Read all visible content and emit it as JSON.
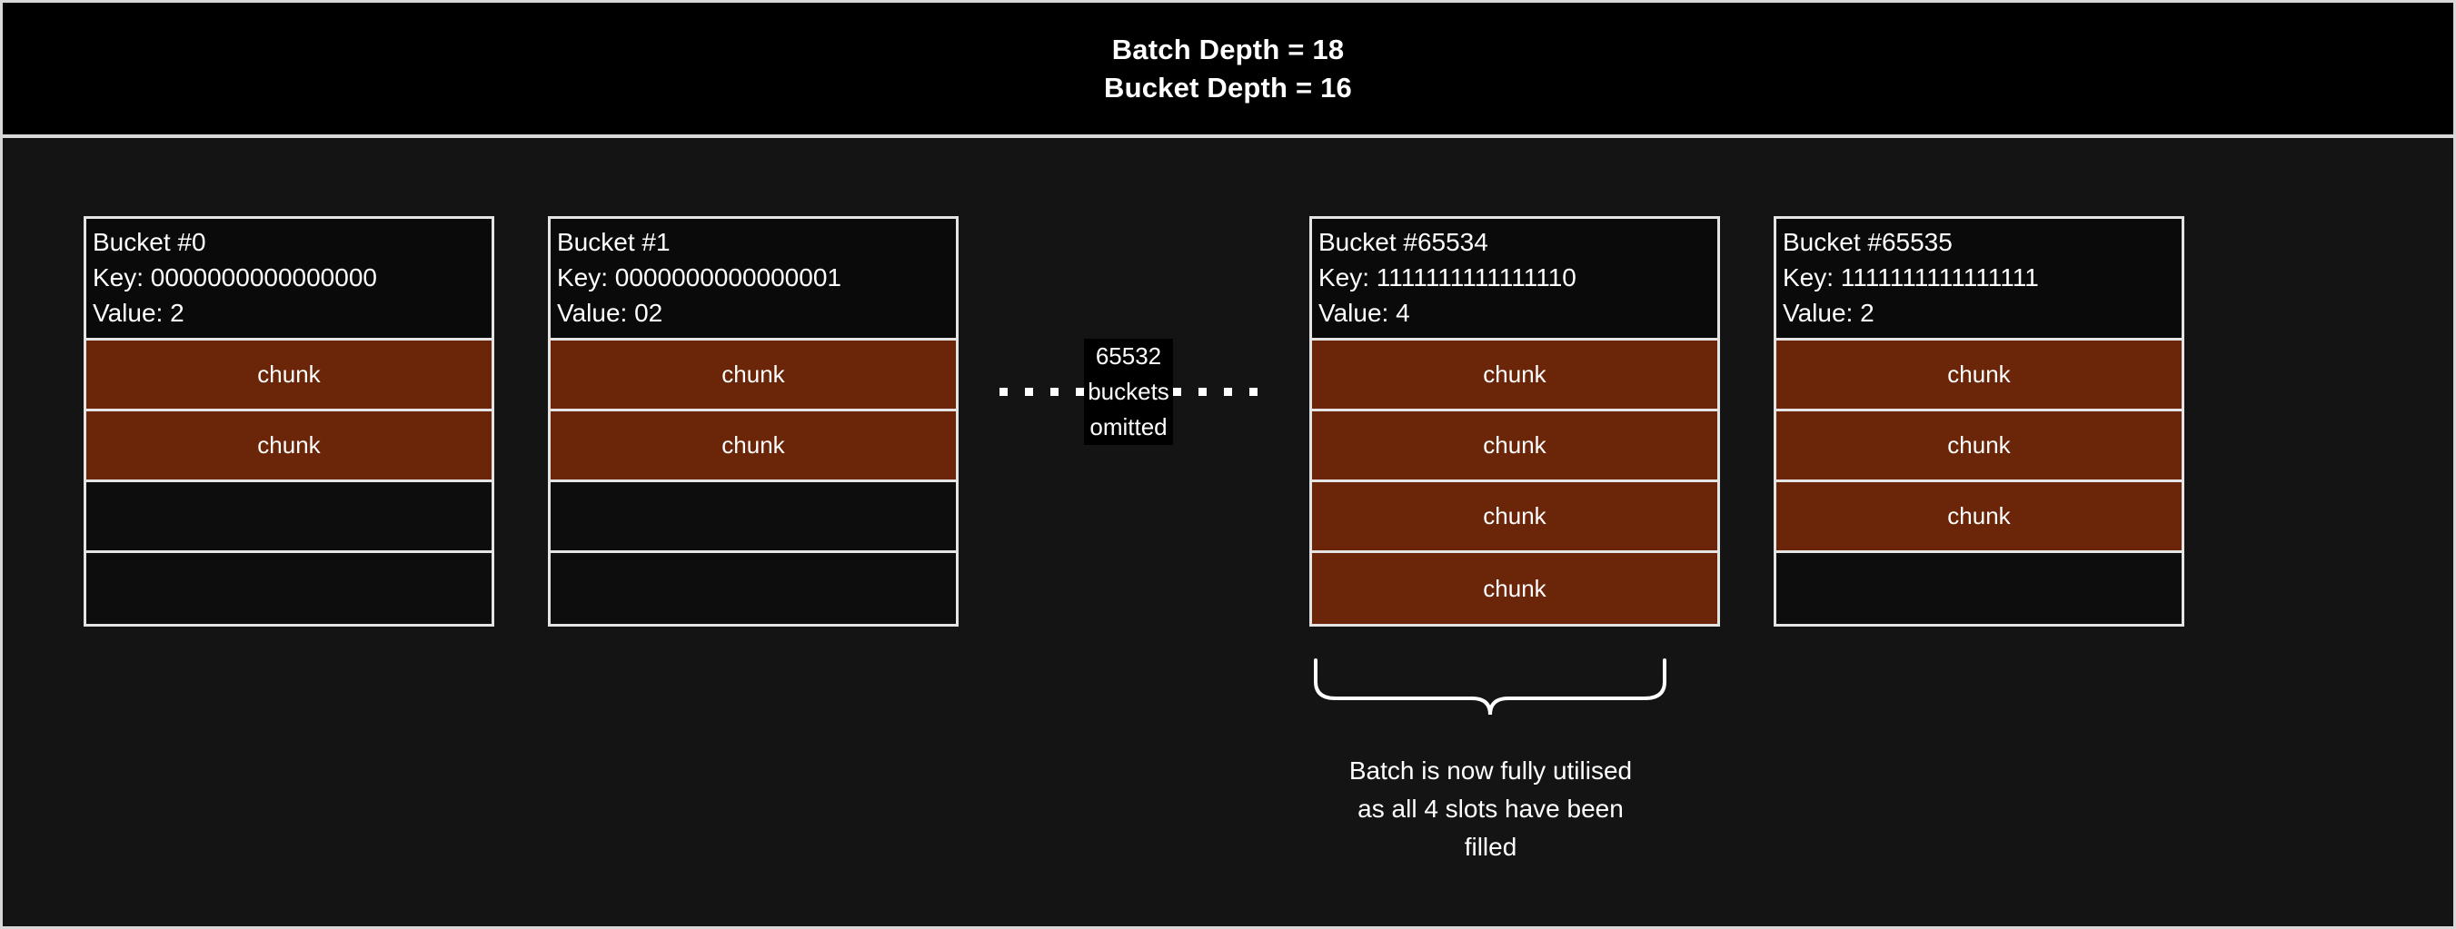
{
  "header": {
    "line1": "Batch Depth = 18",
    "line2": "Bucket Depth = 16"
  },
  "colors": {
    "filled_chunk": "#6b2508",
    "empty_chunk": "#0d0d0d",
    "border": "#e4e4e4",
    "page_background": "#141414",
    "header_background": "#000000",
    "text": "#ffffff"
  },
  "slot_label": "chunk",
  "buckets": [
    {
      "title": "Bucket #0",
      "key": "Key: 0000000000000000",
      "value": "Value: 2",
      "slots": [
        "filled",
        "filled",
        "empty",
        "empty"
      ]
    },
    {
      "title": "Bucket #1",
      "key": "Key: 0000000000000001",
      "value": "Value: 02",
      "slots": [
        "filled",
        "filled",
        "empty",
        "empty"
      ]
    },
    {
      "title": "Bucket #65534",
      "key": "Key: 1111111111111110",
      "value": "Value: 4",
      "slots": [
        "filled",
        "filled",
        "filled",
        "filled"
      ]
    },
    {
      "title": "Bucket #65535",
      "key": "Key: 1111111111111111",
      "value": "Value: 2",
      "slots": [
        "filled",
        "filled",
        "filled",
        "empty"
      ]
    }
  ],
  "omitted": {
    "count_line": "65532",
    "unit_line": "buckets",
    "state_line": "omitted",
    "dot_count_left": 4,
    "dot_count_right": 4
  },
  "annotation": {
    "line1": "Batch is now fully utilised",
    "line2": "as all 4 slots have been",
    "line3": "filled"
  }
}
